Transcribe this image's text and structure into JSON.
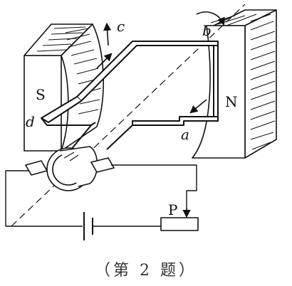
{
  "labels": {
    "south_pole": "S",
    "north_pole": "N",
    "side_a": "a",
    "side_b": "b",
    "side_c": "c",
    "side_d": "d",
    "slider": "P"
  },
  "caption": "（第 2 题）",
  "colors": {
    "ink": "#111111",
    "paper": "#ffffff"
  }
}
